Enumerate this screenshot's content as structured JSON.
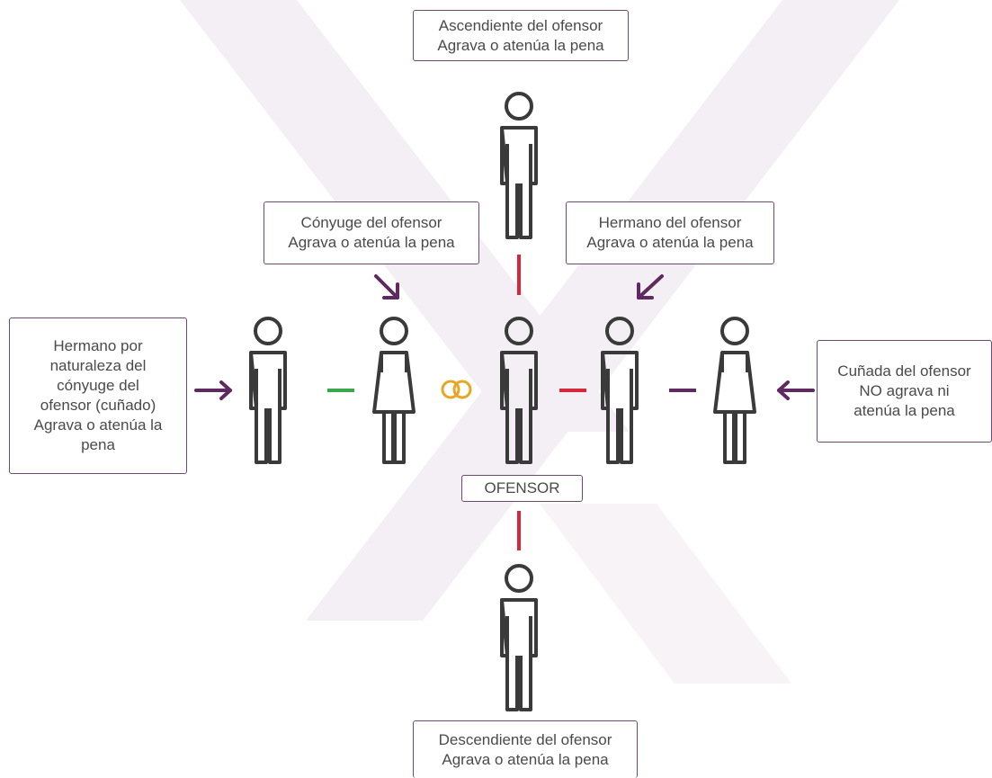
{
  "boxes": {
    "ascendiente": {
      "line1": "Ascendiente del ofensor",
      "line2": "Agrava o atenúa la pena"
    },
    "conyuge": {
      "line1": "Cónyuge del ofensor",
      "line2": "Agrava o atenúa la pena"
    },
    "hermano": {
      "line1": "Hermano del ofensor",
      "line2": "Agrava o atenúa la pena"
    },
    "cunado": {
      "lines": [
        "Hermano por",
        "naturaleza del",
        "cónyuge del",
        "ofensor (cuñado)",
        "Agrava o atenúa la",
        "pena"
      ]
    },
    "cunada": {
      "lines": [
        "Cuñada del ofensor",
        "NO agrava ni",
        "atenúa la pena"
      ]
    },
    "ofensor": {
      "label": "OFENSOR"
    },
    "descendiente": {
      "line1": "Descendiente del ofensor",
      "line2": "Agrava o atenúa la pena"
    }
  },
  "colors": {
    "figure": "#3a3a3a",
    "arrow": "#5e2a5f",
    "red_link": "#d6283a",
    "green_link": "#3aa84a",
    "purple_link": "#5e2a5f",
    "rings": "#e8a624",
    "watermark": "#f4eff4",
    "border": "#6b4a6e"
  }
}
